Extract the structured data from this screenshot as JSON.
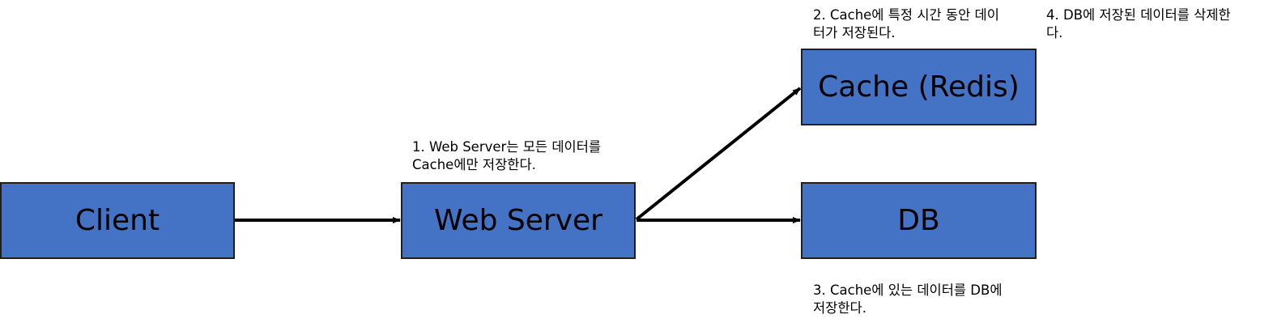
{
  "nodes": {
    "client": "Client",
    "web_server": "Web Server",
    "cache": "Cache (Redis)",
    "db": "DB"
  },
  "notes": {
    "step1": [
      "1. Web Server는 모든 데이터를",
      "Cache에만 저장한다."
    ],
    "step2": [
      "2. Cache에 특정 시간 동안 데이",
      "터가 저장된다."
    ],
    "step3": [
      "3. Cache에 있는 데이터를 DB에",
      "저장한다."
    ],
    "step4": [
      "4. DB에 저장된 데이터를 삭제한",
      "다."
    ]
  },
  "colors": {
    "box_fill": "#4472c4",
    "box_border": "#1f1f1f",
    "arrow": "#000000"
  }
}
